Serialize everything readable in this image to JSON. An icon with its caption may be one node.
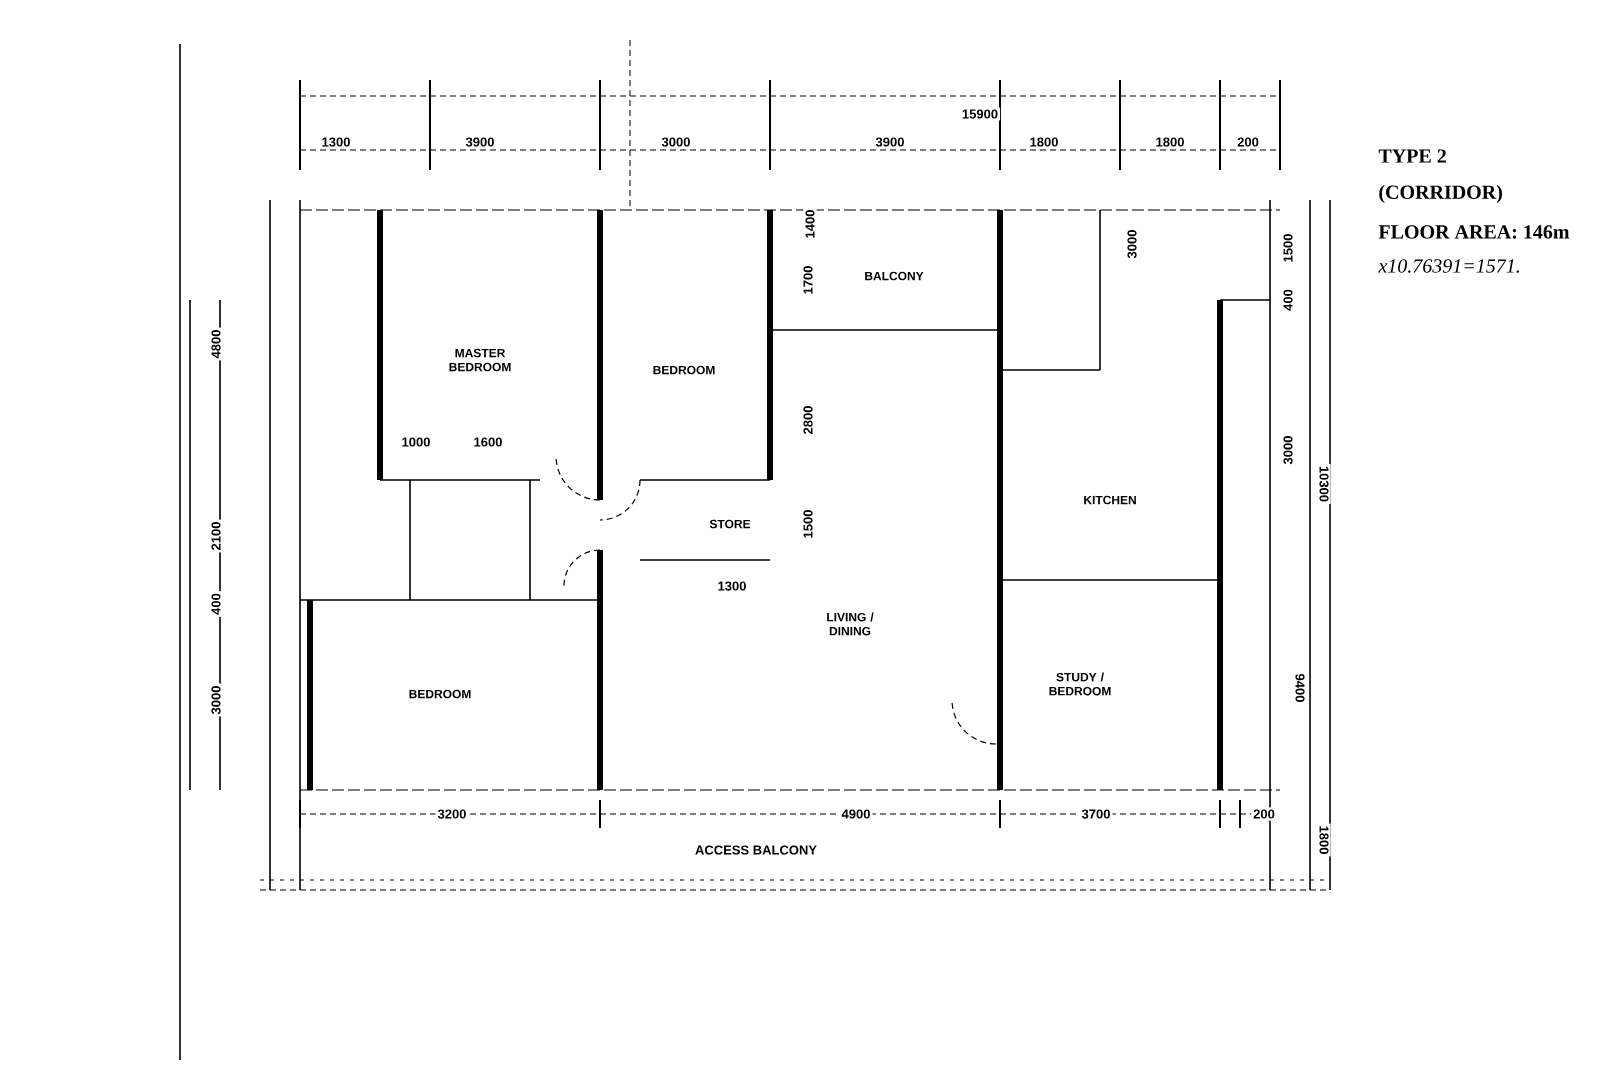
{
  "diagram": {
    "title": "TYPE 2",
    "nodes": [
      {
        "text": [
          "MASTER BEDROOM"
        ]
      },
      {
        "text": [
          "BEDROOM"
        ]
      },
      {
        "text": [
          "BALCONY"
        ]
      },
      {
        "text": [
          "STORE"
        ]
      },
      {
        "text": [
          "KITCHEN"
        ]
      },
      {
        "text": [
          "LIVING / DINING"
        ]
      },
      {
        "text": [
          "BEDROOM"
        ]
      },
      {
        "text": [
          "STUDY / BEDROOM"
        ]
      }
    ],
    "labels": [
      "15900",
      "1300",
      "3900",
      "3000",
      "3900",
      "1800",
      "1800",
      "200",
      "1400",
      "1700",
      "2800",
      "1500",
      "3000",
      "1500",
      "400",
      "3000",
      "10300",
      "9400",
      "1800",
      "4800",
      "2100",
      "400",
      "3000",
      "1000",
      "1600",
      "1300",
      "3200",
      "4900",
      "3700",
      "200",
      "ACCESS BALCONY",
      "(CORRIDOR)",
      "FLOOR AREA: 146m",
      "x10.76391=1571."
    ]
  }
}
